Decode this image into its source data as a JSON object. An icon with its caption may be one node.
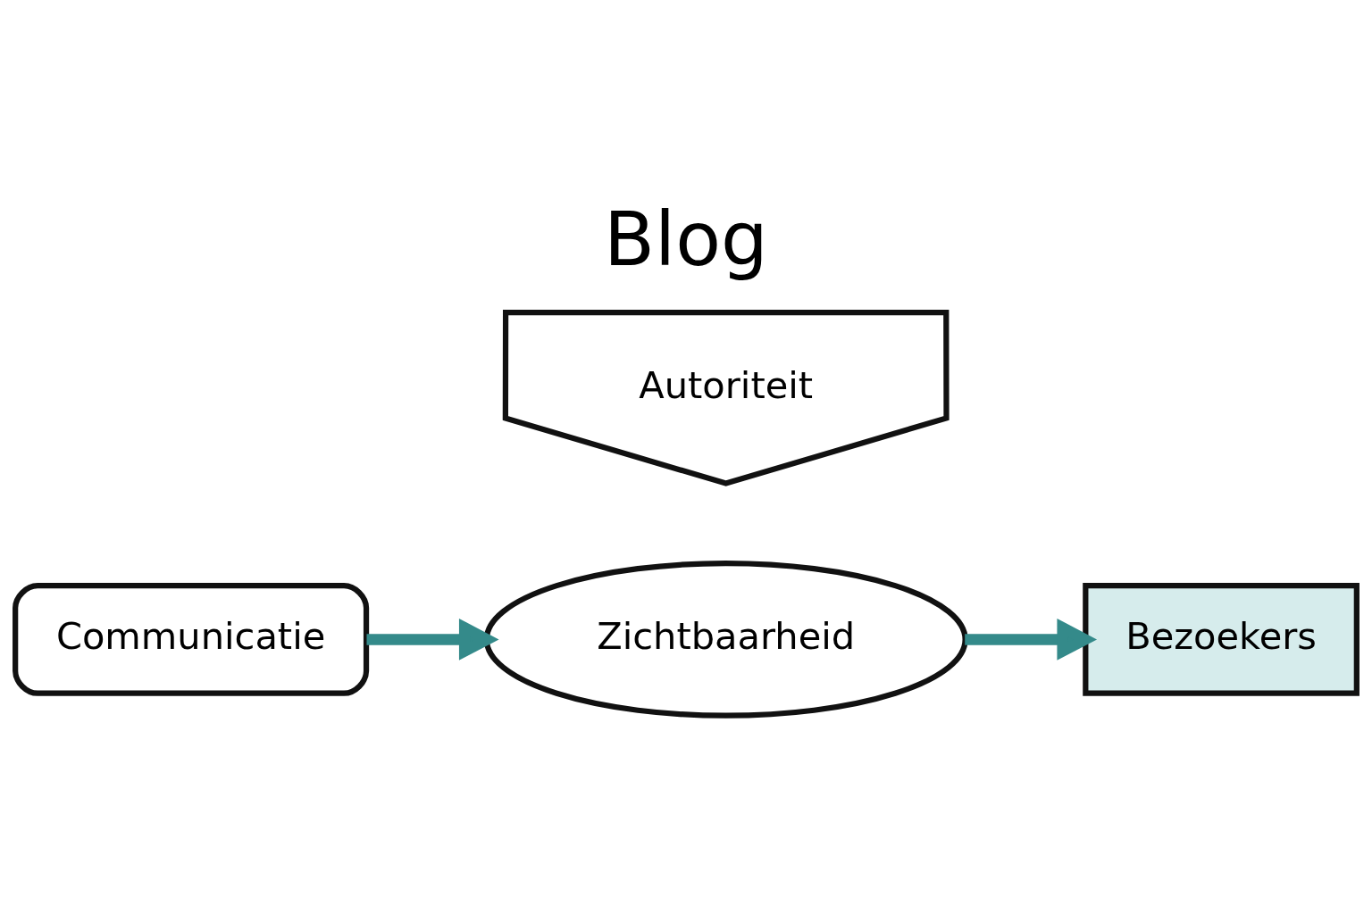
{
  "diagram": {
    "title": "Blog",
    "nodes": [
      {
        "text": [
          "Communicatie"
        ]
      },
      {
        "text": [
          "Zichtbaarheid"
        ]
      },
      {
        "text": [
          "Bezoekers"
        ]
      },
      {
        "text": [
          "Autoriteit"
        ]
      }
    ],
    "edges": [
      {
        "from": 0,
        "to": 1,
        "arrow": "to"
      },
      {
        "from": 1,
        "to": 2,
        "arrow": "to"
      }
    ]
  }
}
